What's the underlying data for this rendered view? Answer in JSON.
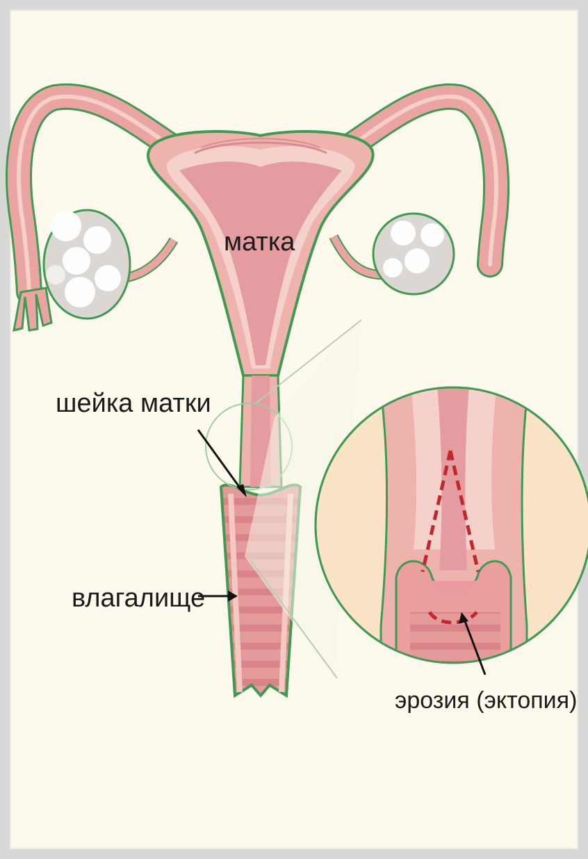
{
  "labels": {
    "uterus": "матка",
    "cervix": "шейка матки",
    "vagina": "влагалище",
    "erosion": "эрозия  (эктопия)"
  },
  "colors": {
    "background": "#fdf9ec",
    "tissue": "#e9a3a0",
    "tissue_light": "#f3c9c2",
    "tissue_dark": "#d97f83",
    "outline": "#3f9a52",
    "ovary": "#e4e0dc",
    "lens_fill": "#fbe3c8",
    "dashed_marker": "#c0282d"
  }
}
